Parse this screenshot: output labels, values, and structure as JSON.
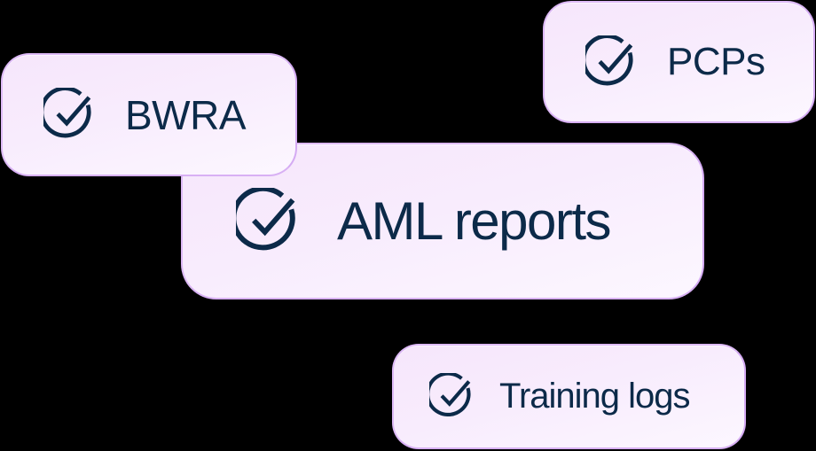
{
  "colors": {
    "background": "#000000",
    "card_fill_top": "#f6e6fb",
    "card_fill_bottom": "#fcf7ff",
    "card_border": "#ddb9f6",
    "text": "#0c2a49",
    "icon": "#0c2a49"
  },
  "cards": [
    {
      "id": "bwra",
      "label": "BWRA",
      "icon": "check-circle-icon",
      "checked": true
    },
    {
      "id": "aml",
      "label": "AML reports",
      "icon": "check-circle-icon",
      "checked": true
    },
    {
      "id": "pcps",
      "label": "PCPs",
      "icon": "check-circle-icon",
      "checked": true
    },
    {
      "id": "training",
      "label": "Training logs",
      "icon": "check-circle-icon",
      "checked": true
    }
  ]
}
